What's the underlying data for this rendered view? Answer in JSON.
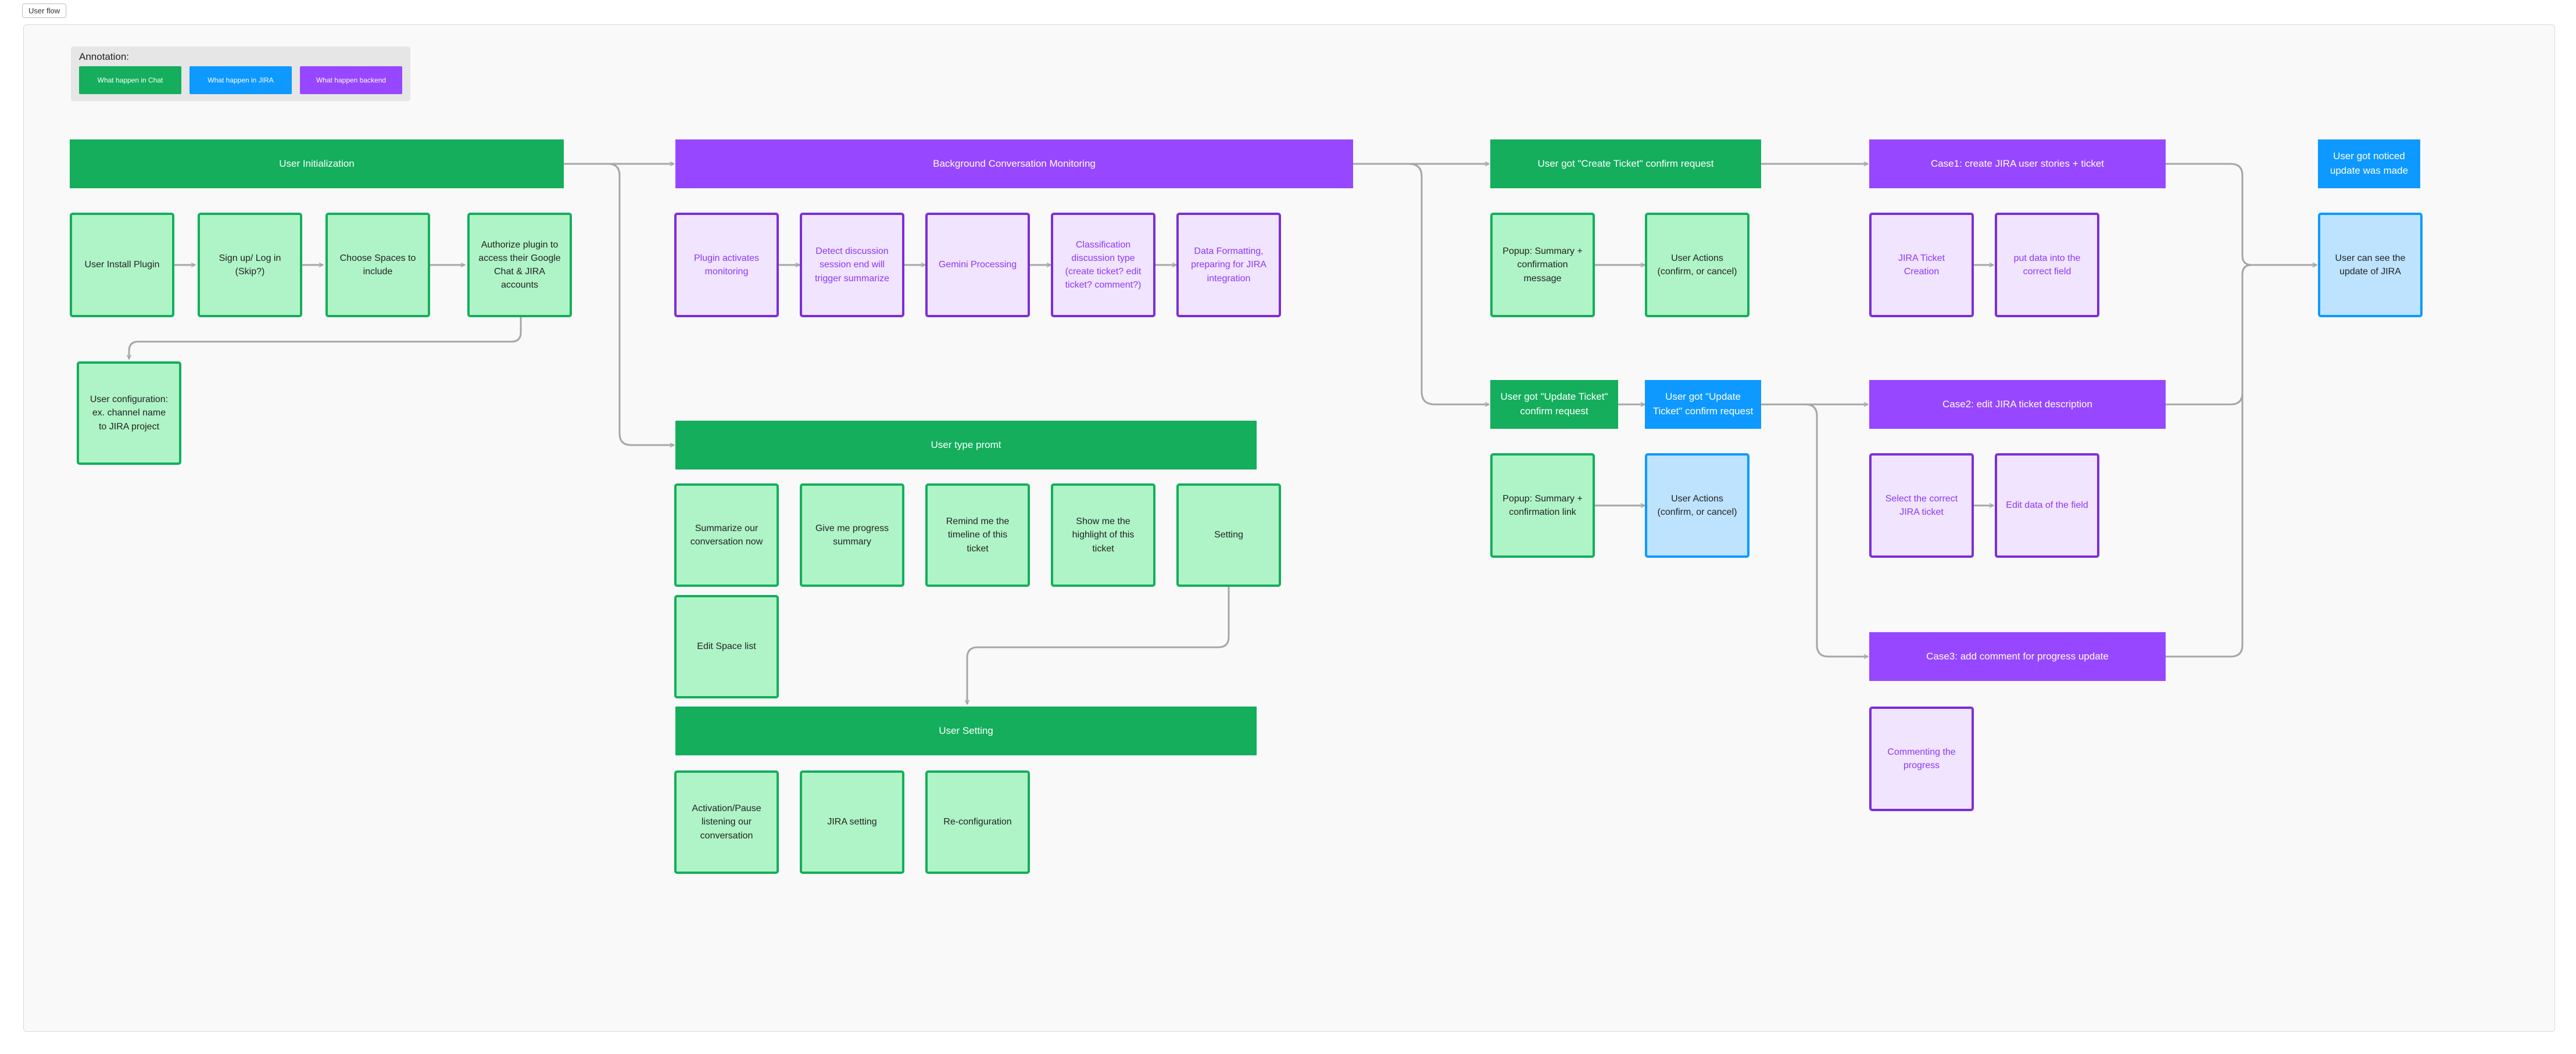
{
  "frame_label": "User flow",
  "legend": {
    "title": "Annotation:",
    "chat": "What happen in Chat",
    "jira": "What happen in JIRA",
    "backend": "What happen backend"
  },
  "init": {
    "header": "User Initialization",
    "steps": [
      "User Install Plugin",
      "Sign up/ Log in (Skip?)",
      "Choose Spaces to include",
      "Authorize plugin to access their Google Chat & JIRA accounts"
    ],
    "config": "User configuration: ex. channel name to JIRA project"
  },
  "monitor": {
    "header": "Background Conversation Monitoring",
    "steps": [
      "Plugin activates monitoring",
      "Detect discussion session end will trigger summarize",
      "Gemini Processing",
      "Classification discussion type (create ticket? edit ticket? comment?)",
      "Data Formatting, preparing for JIRA integration"
    ]
  },
  "prompt": {
    "header": "User type promt",
    "items": [
      "Summarize our conversation now",
      "Give me progress summary",
      "Remind me the timeline of this ticket",
      "Show me the highlight of this ticket",
      "Setting",
      "Edit Space list"
    ]
  },
  "settings": {
    "header": "User Setting",
    "items": [
      "Activation/Pause listening our conversation",
      "JIRA setting",
      "Re-configuration"
    ]
  },
  "create_confirm": {
    "header": "User got \"Create Ticket\" confirm request",
    "popup": "Popup: Summary + confirmation message",
    "actions": "User Actions (confirm, or cancel)"
  },
  "update_confirm": {
    "chat_header": "User got \"Update Ticket\" confirm request",
    "jira_header": "User got \"Update Ticket\" confirm request",
    "popup": "Popup: Summary + confirmation link",
    "actions": "User Actions (confirm, or cancel)"
  },
  "case1": {
    "header": "Case1: create JIRA user stories + ticket",
    "steps": [
      "JIRA Ticket Creation",
      "put data into the correct field"
    ]
  },
  "case2": {
    "header": "Case2: edit JIRA ticket description",
    "steps": [
      "Select the correct JIRA ticket",
      "Edit data of the field"
    ]
  },
  "case3": {
    "header": "Case3: add comment for progress update",
    "steps": [
      "Commenting the progress"
    ]
  },
  "result": {
    "header": "User got noticed update was made",
    "box": "User can see the update of JIRA"
  },
  "colors": {
    "chat": "#14ae5c",
    "jira": "#0d99ff",
    "backend": "#9747ff"
  }
}
